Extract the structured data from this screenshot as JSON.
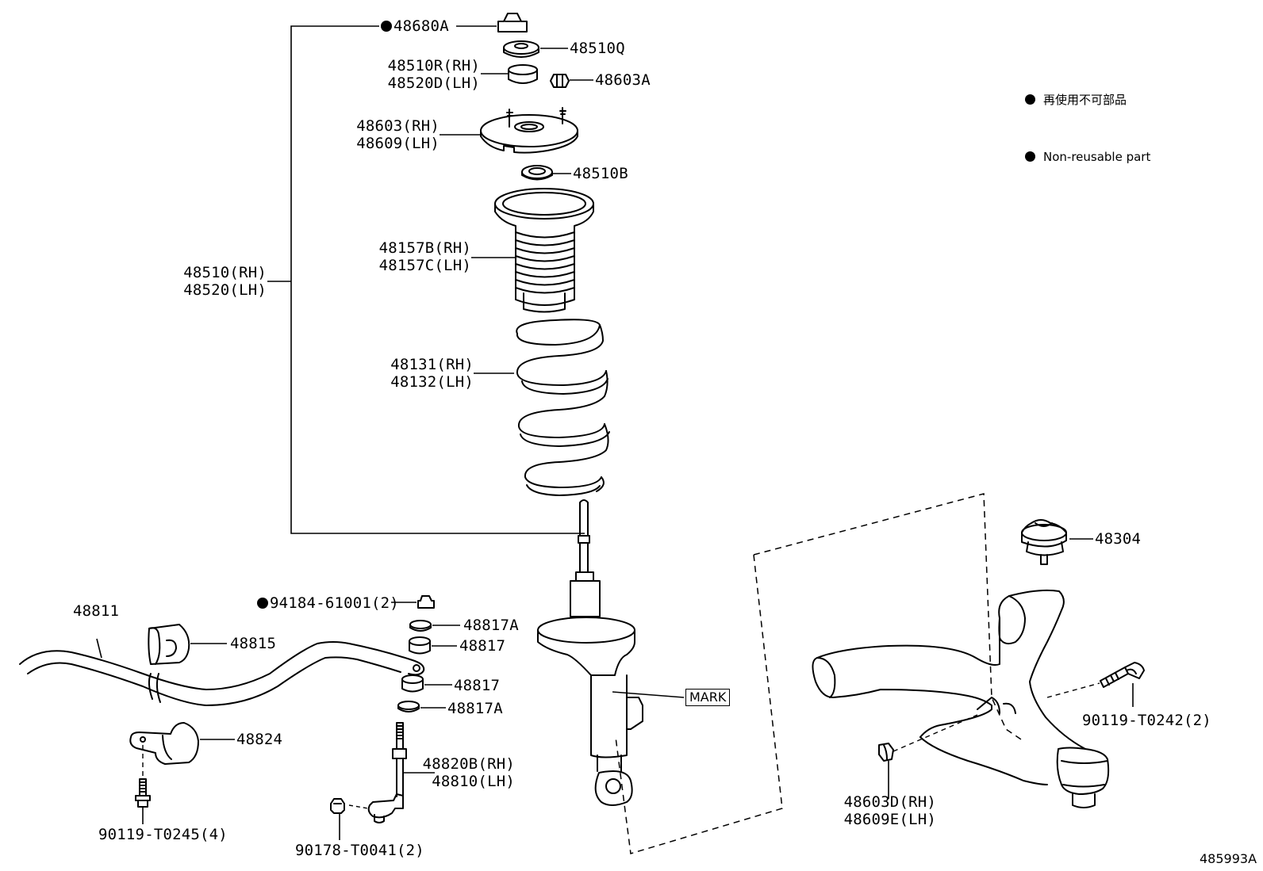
{
  "legend": [
    {
      "text": "再使用不可部品",
      "icon": "filled-dot-icon"
    },
    {
      "text": "Non-reusable part",
      "icon": "filled-dot-icon"
    }
  ],
  "labels": {
    "p48680a": "48680A",
    "p48510q": "48510Q",
    "p48510r": "48510R(RH)",
    "p48520d": "48520D(LH)",
    "p48603a": "48603A",
    "p48603": "48603(RH)",
    "p48609": "48609(LH)",
    "p48510b": "48510B",
    "p48157b": "48157B(RH)",
    "p48157c": "48157C(LH)",
    "p48510rh": "48510(RH)",
    "p48520lh": "48520(LH)",
    "p48131": "48131(RH)",
    "p48132": "48132(LH)",
    "p94184": "94184-61001(2)",
    "p48817a_1": "48817A",
    "p48817_1": "48817",
    "p48817_2": "48817",
    "p48817a_2": "48817A",
    "p48811": "48811",
    "p48815": "48815",
    "p48824": "48824",
    "p90119_t0245": "90119-T0245(4)",
    "p48820b": "48820B(RH)",
    "p48810": "48810(LH)",
    "p90178": "90178-T0041(2)",
    "mark": "MARK",
    "p48304": "48304",
    "p90119_t0242": "90119-T0242(2)",
    "p48603d": "48603D(RH)",
    "p48609e": "48609E(LH)"
  },
  "diagram_ref": "485993A"
}
